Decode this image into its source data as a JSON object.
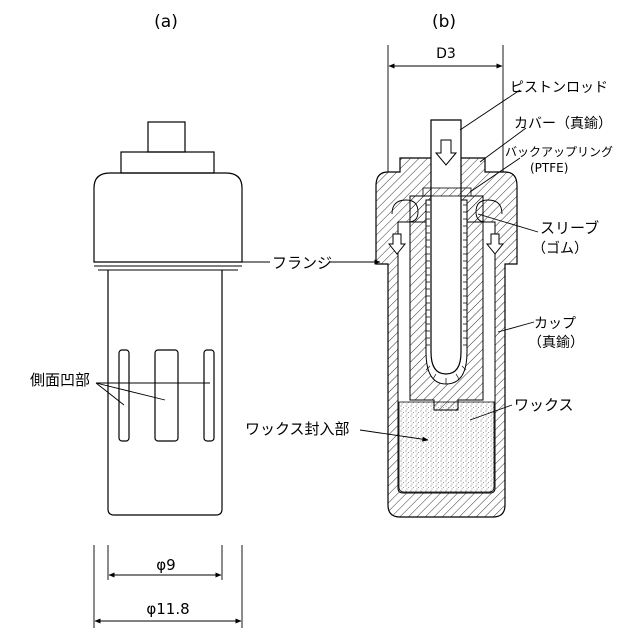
{
  "panel_a": {
    "label": "(a)",
    "flange_label": "フランジ",
    "side_recess_label": "側面凹部",
    "dim_inner": "φ9",
    "dim_outer": "φ11.8"
  },
  "panel_b": {
    "label": "(b)",
    "dim_top": "D3",
    "piston_rod": "ピストンロッド",
    "cover": "カバー（真鍮）",
    "backup_ring_line1": "バックアップリング",
    "backup_ring_line2": "(PTFE)",
    "sleeve_line1": "スリーブ",
    "sleeve_line2": "（ゴム）",
    "cup_line1": "カップ",
    "cup_line2": "（真鍮）",
    "wax": "ワックス",
    "wax_sealed_part": "ワックス封入部"
  }
}
